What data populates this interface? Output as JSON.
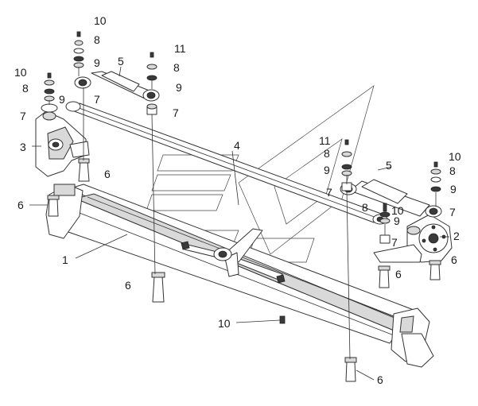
{
  "callouts": {
    "c1": "1",
    "c2": "2",
    "c3": "3",
    "c4": "4",
    "c5a": "5",
    "c5b": "5",
    "c6a": "6",
    "c6b": "6",
    "c6c": "6",
    "c6d": "6",
    "c6e": "6",
    "c6f": "6",
    "c7a": "7",
    "c7b": "7",
    "c7c": "7",
    "c7d": "7",
    "c7e": "7",
    "c7f": "7",
    "c8a": "8",
    "c8b": "8",
    "c8c": "8",
    "c8d": "8",
    "c8e": "8",
    "c8f": "8",
    "c9a": "9",
    "c9b": "9",
    "c9c": "9",
    "c9d": "9",
    "c9e": "9",
    "c9f": "9",
    "c10a": "10",
    "c10b": "10",
    "c10c": "10",
    "c10d": "10",
    "c10e": "10",
    "c11a": "11",
    "c11b": "11"
  }
}
